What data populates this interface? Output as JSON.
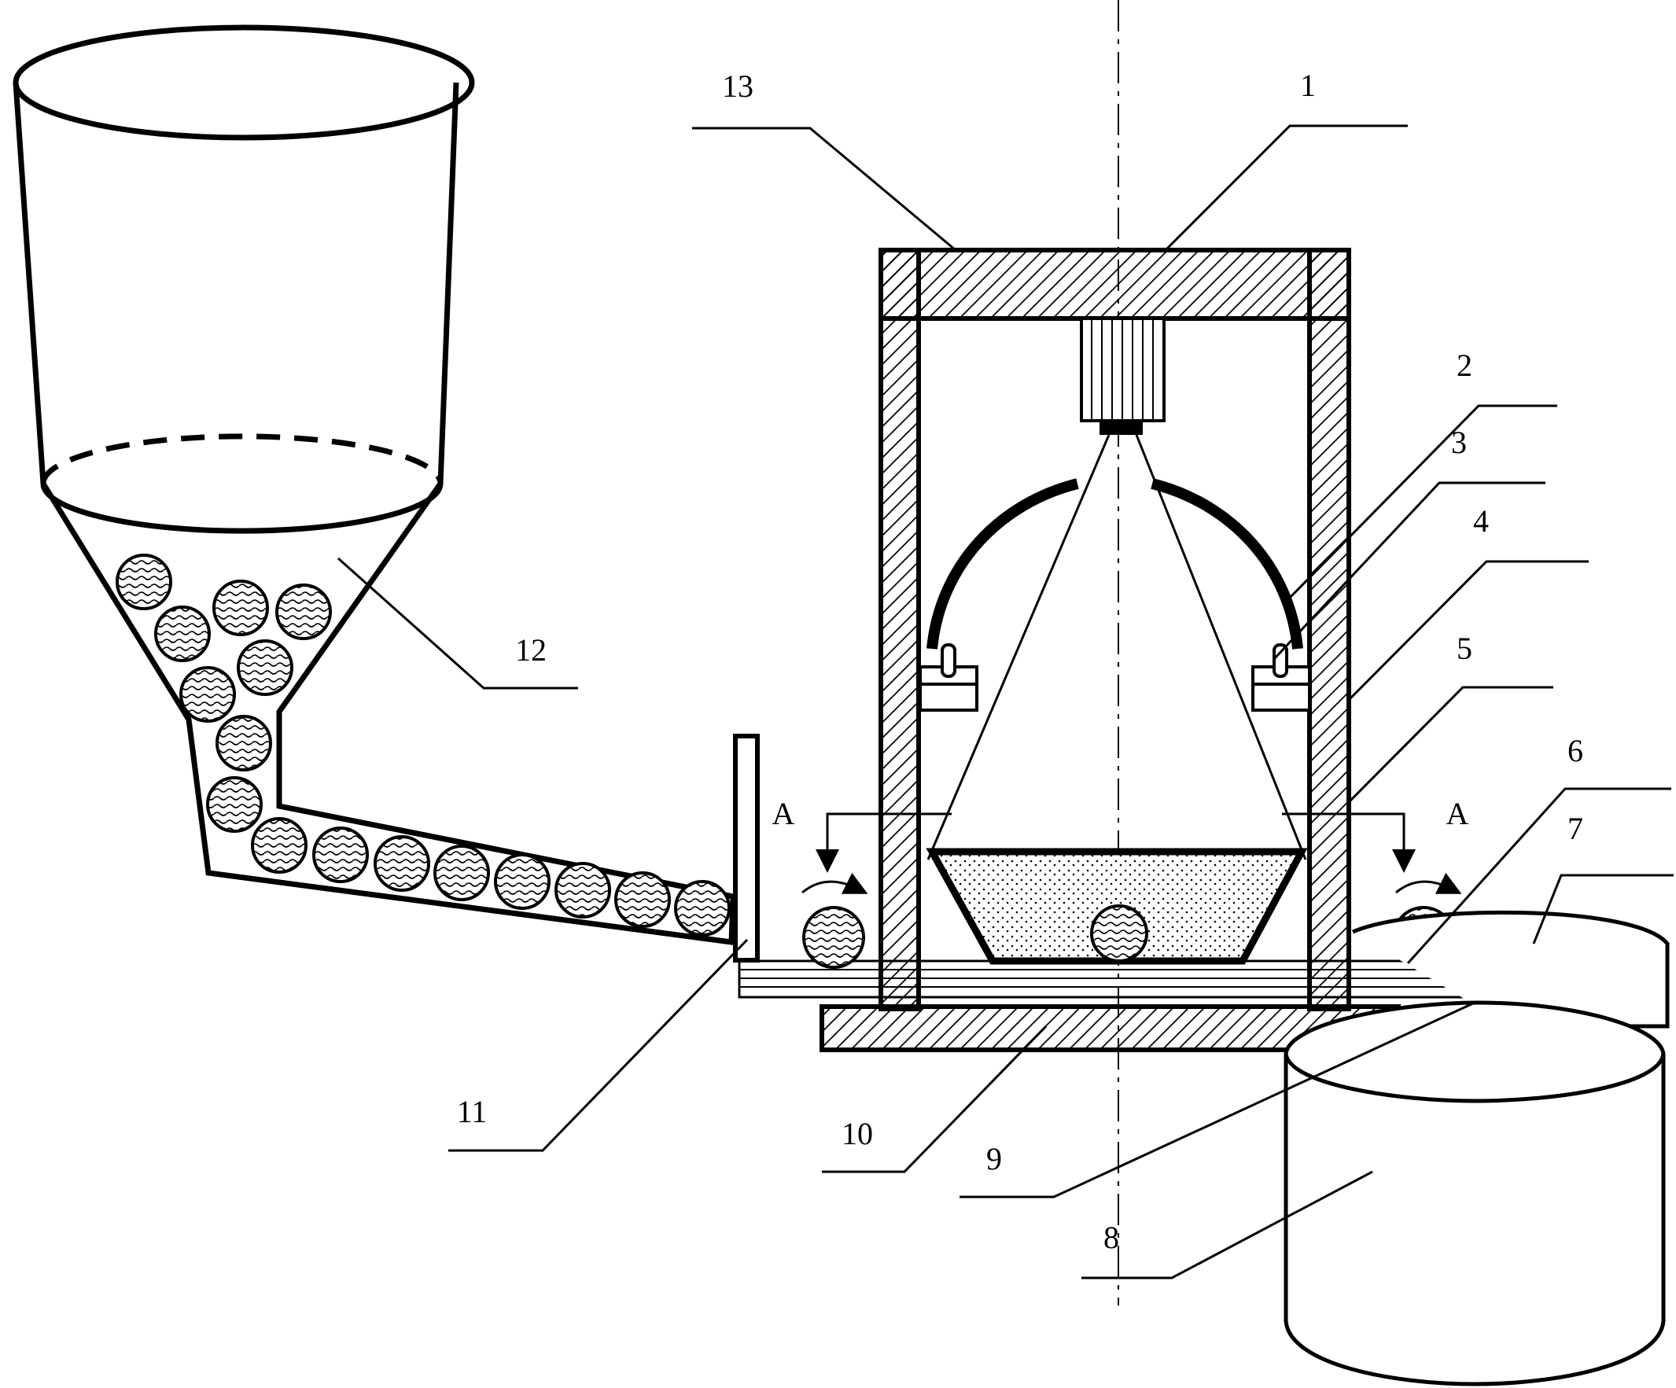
{
  "callouts": [
    {
      "id": "1",
      "text": "1"
    },
    {
      "id": "2",
      "text": "2"
    },
    {
      "id": "3",
      "text": "3"
    },
    {
      "id": "4",
      "text": "4"
    },
    {
      "id": "5",
      "text": "5"
    },
    {
      "id": "6",
      "text": "6"
    },
    {
      "id": "7",
      "text": "7"
    },
    {
      "id": "8",
      "text": "8"
    },
    {
      "id": "9",
      "text": "9"
    },
    {
      "id": "10",
      "text": "10"
    },
    {
      "id": "11",
      "text": "11"
    },
    {
      "id": "12",
      "text": "12"
    },
    {
      "id": "13",
      "text": "13"
    }
  ],
  "section_markers": {
    "left": "A",
    "right": "A"
  },
  "colors": {
    "line": "#000000",
    "background": "#ffffff"
  }
}
